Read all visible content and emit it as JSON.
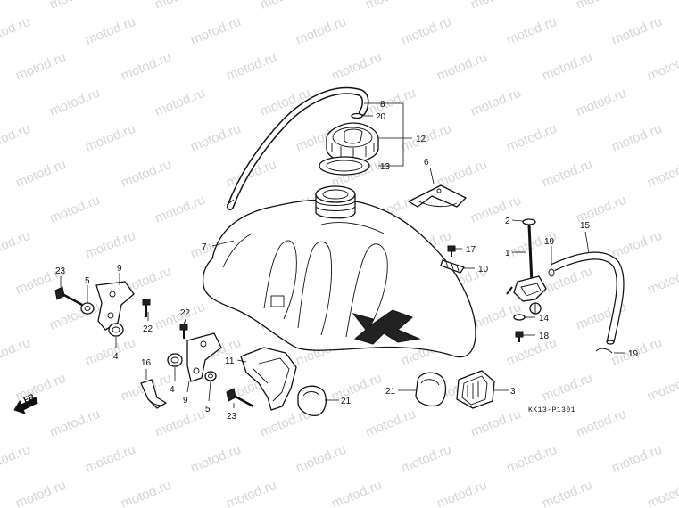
{
  "watermark": "motod.ru",
  "diagram_code": "KK13-P1301",
  "direction_label": "FR.",
  "callouts": {
    "c8": "8",
    "c20": "20",
    "c12": "12",
    "c13": "13",
    "c6": "6",
    "c7": "7",
    "c2": "2",
    "c1": "1",
    "c19a": "19",
    "c15": "15",
    "c17": "17",
    "c10": "10",
    "c14": "14",
    "c18": "18",
    "c19b": "19",
    "c3": "3",
    "c21a": "21",
    "c21b": "21",
    "c11": "11",
    "c23a": "23",
    "c5a": "5",
    "c9a": "9",
    "c22a": "22",
    "c4a": "4",
    "c22b": "22",
    "c16": "16",
    "c4b": "4",
    "c9b": "9",
    "c5b": "5",
    "c23b": "23"
  }
}
